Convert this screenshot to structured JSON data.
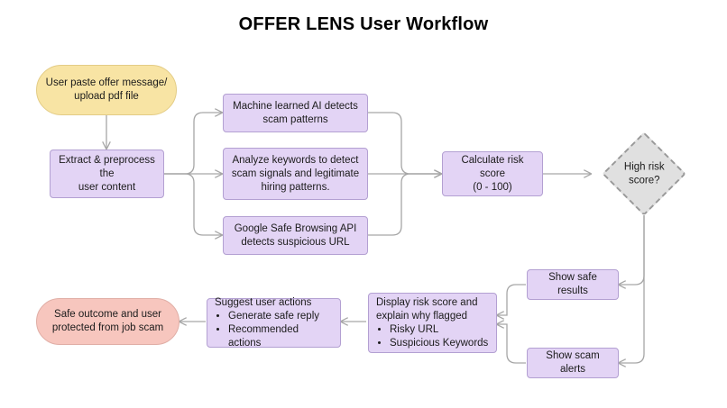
{
  "page": {
    "title": "OFFER LENS User Workflow",
    "background": "#ffffff"
  },
  "colors": {
    "process_fill": "#E3D4F5",
    "process_border": "#B3A0D2",
    "start_fill": "#F8E4A4",
    "start_border": "#E3CC86",
    "outcome_fill": "#F7C6BE",
    "outcome_border": "#E0AEA6",
    "decision_fill": "#E0E0E0",
    "decision_border": "#9A9A9A",
    "connector": "#A6A6A6",
    "text": "#1B1B1B"
  },
  "nodes": {
    "start": {
      "line1": "User paste offer message/",
      "line2": "upload pdf file"
    },
    "extract": {
      "line1": "Extract & preprocess the",
      "line2": "user content"
    },
    "ml_detect": {
      "line1": "Machine learned AI detects",
      "line2": "scam patterns"
    },
    "keyword_analyze": {
      "line1": "Analyze keywords to detect",
      "line2": "scam signals and legitimate",
      "line3": "hiring patterns."
    },
    "safe_browsing": {
      "line1": "Google Safe Browsing API",
      "line2": "detects suspicious URL"
    },
    "risk_score": {
      "line1": "Calculate risk score",
      "line2": "(0 - 100)"
    },
    "decision": {
      "line1": "High risk",
      "line2": "score?"
    },
    "safe_results": {
      "label": "Show safe results"
    },
    "scam_alerts": {
      "label": "Show scam alerts"
    },
    "display_risk": {
      "line1": "Display risk score and",
      "line2": "explain why flagged",
      "bullets": [
        "Risky URL",
        "Suspicious Keywords"
      ]
    },
    "suggest_actions": {
      "heading": "Suggest user actions",
      "bullets": [
        "Generate safe reply",
        "Recommended actions"
      ]
    },
    "outcome": {
      "line1": "Safe outcome and user",
      "line2": "protected from job scam"
    }
  }
}
